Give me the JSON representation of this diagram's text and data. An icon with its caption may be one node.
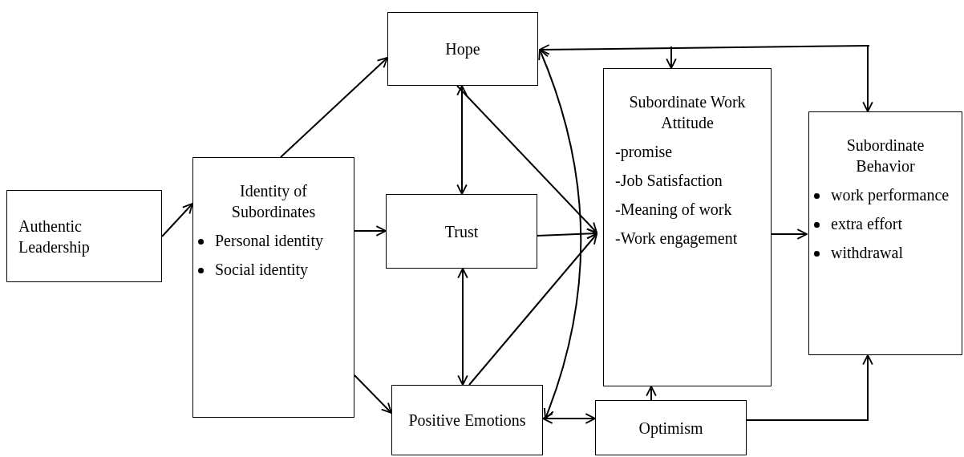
{
  "diagram": {
    "nodes": [
      {
        "text": [
          "Authentic Leadership"
        ]
      },
      {
        "text": [
          "Identity of Subordinates",
          "Personal identity",
          "Social identity"
        ]
      },
      {
        "text": [
          "Hope"
        ]
      },
      {
        "text": [
          "Trust"
        ]
      },
      {
        "text": [
          "Positive Emotions"
        ]
      },
      {
        "text": [
          "Subordinate Work Attitude",
          "-promise",
          "-Job Satisfaction",
          "-Meaning of work",
          "-Work engagement"
        ]
      },
      {
        "text": [
          "Subordinate Behavior",
          "work performance",
          "extra effort",
          "withdrawal"
        ]
      },
      {
        "text": [
          "Optimism"
        ]
      }
    ],
    "edges": [
      {
        "from": 0,
        "to": 1,
        "arrow": "to"
      },
      {
        "from": 1,
        "to": 2,
        "arrow": "to"
      },
      {
        "from": 1,
        "to": 3,
        "arrow": "to"
      },
      {
        "from": 1,
        "to": 4,
        "arrow": "to"
      },
      {
        "from": 2,
        "to": 3,
        "arrow": "both"
      },
      {
        "from": 2,
        "to": 5,
        "arrow": "to"
      },
      {
        "from": 3,
        "to": 5,
        "arrow": "to"
      },
      {
        "from": 4,
        "to": 5,
        "arrow": "to"
      },
      {
        "from": 3,
        "to": 4,
        "arrow": "both"
      },
      {
        "from": 2,
        "to": 4,
        "arrow": "both"
      },
      {
        "from": 4,
        "to": 7,
        "arrow": "both"
      },
      {
        "from": 7,
        "to": 5,
        "arrow": "to"
      },
      {
        "from": 5,
        "to": 6,
        "arrow": "to"
      },
      {
        "from": 7,
        "to": 6,
        "arrow": "to"
      },
      {
        "from": null,
        "to": 2,
        "arrow": "to"
      },
      {
        "from": null,
        "to": 5,
        "arrow": "to"
      },
      {
        "from": null,
        "to": 6,
        "arrow": "to"
      }
    ]
  }
}
